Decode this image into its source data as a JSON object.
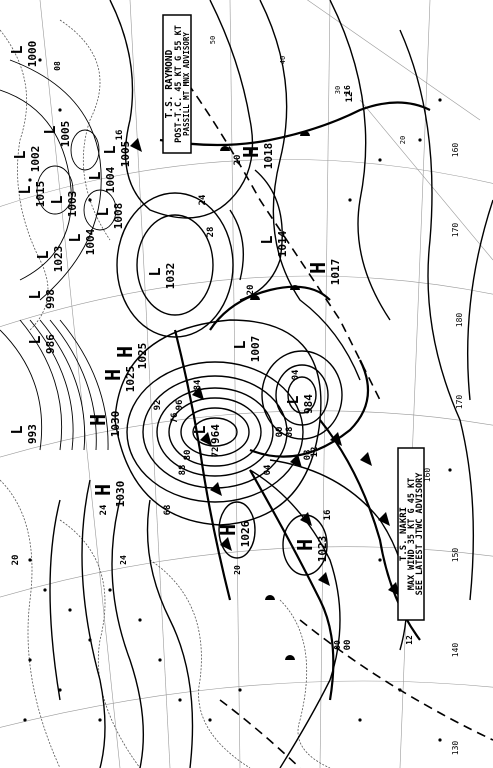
{
  "chart": {
    "pressure_centers": [
      {
        "kind": "H",
        "value": "1030"
      },
      {
        "kind": "H",
        "value": "1030"
      },
      {
        "kind": "H",
        "value": "1025"
      },
      {
        "kind": "H",
        "value": "1026"
      },
      {
        "kind": "H",
        "value": "1023"
      },
      {
        "kind": "H",
        "value": "1018"
      },
      {
        "kind": "H",
        "value": "1017"
      },
      {
        "kind": "H",
        "value": "1025"
      },
      {
        "kind": "L",
        "value": "964"
      },
      {
        "kind": "L",
        "value": "984"
      },
      {
        "kind": "L",
        "value": "1007"
      },
      {
        "kind": "L",
        "value": "1014"
      },
      {
        "kind": "L",
        "value": "1032"
      },
      {
        "kind": "L",
        "value": "1008"
      },
      {
        "kind": "L",
        "value": "1003"
      },
      {
        "kind": "L",
        "value": "1004"
      },
      {
        "kind": "L",
        "value": "1005"
      },
      {
        "kind": "L",
        "value": "1000"
      },
      {
        "kind": "L",
        "value": "1015"
      },
      {
        "kind": "L",
        "value": "1004"
      },
      {
        "kind": "L",
        "value": "1005"
      },
      {
        "kind": "L",
        "value": "1002"
      },
      {
        "kind": "L",
        "value": "1023"
      },
      {
        "kind": "L",
        "value": "998"
      },
      {
        "kind": "L",
        "value": "986"
      },
      {
        "kind": "L",
        "value": "993"
      }
    ],
    "advisory_raymond": [
      "T.S. RAYMOND",
      "POST-T.C. 45 KT G 55 KT",
      "PASSILL MT MNX ADVISORY"
    ],
    "advisory_nakri": [
      "T.S. NAKRI",
      "MAX WIND 35 KT G 45 KT",
      "SEE LATEST JTWC ADVISORY"
    ],
    "isobar_labels": [
      "04",
      "08",
      "12",
      "16",
      "20",
      "24",
      "28",
      "92",
      "96",
      "88",
      "84",
      "80",
      "76",
      "72",
      "68",
      "00",
      "16",
      "20",
      "12",
      "08",
      "04",
      "00",
      "24",
      "20"
    ],
    "longitude_labels": [
      "130",
      "140",
      "150",
      "160",
      "170",
      "180",
      "170",
      "160"
    ],
    "latitude_labels": [
      "20",
      "30",
      "40",
      "50"
    ],
    "station_labels": [
      "12",
      "16",
      "08",
      "20",
      "24",
      "00"
    ]
  }
}
